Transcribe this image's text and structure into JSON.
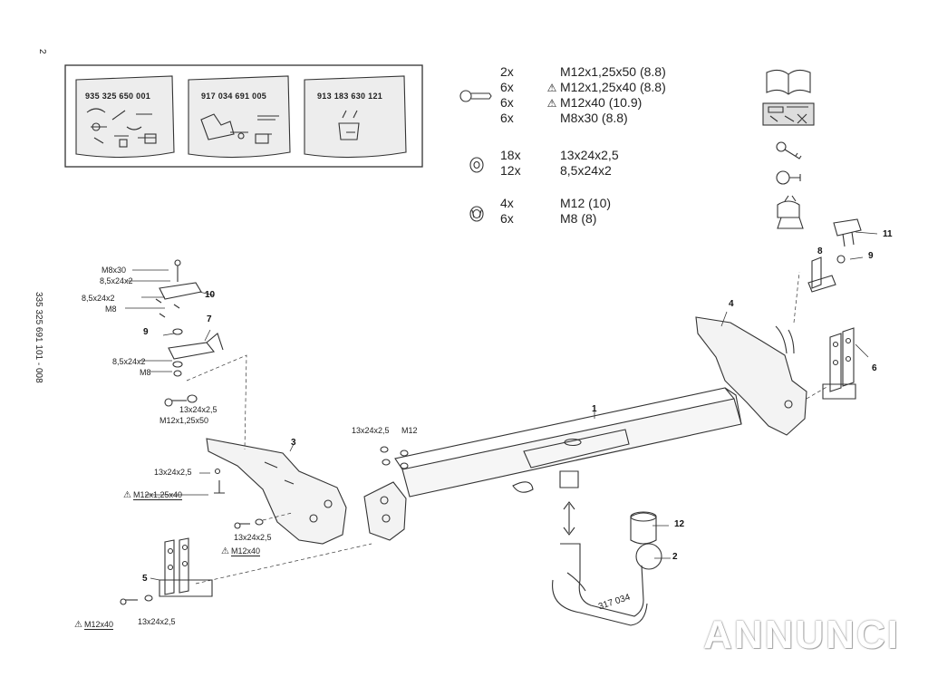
{
  "page": {
    "number": "2",
    "doc_code": "335 325 691 101 - 008"
  },
  "manuals": [
    {
      "code": "935 325 650 001"
    },
    {
      "code": "917 034 691 005"
    },
    {
      "code": "913 183 630 121"
    }
  ],
  "hardware": {
    "bolts": [
      {
        "qty": "2x",
        "spec": "M12x1,25x50 (8.8)",
        "warning": false
      },
      {
        "qty": "6x",
        "spec": "M12x1,25x40 (8.8)",
        "warning": true
      },
      {
        "qty": "6x",
        "spec": "M12x40 (10.9)",
        "warning": true
      },
      {
        "qty": "6x",
        "spec": "M8x30 (8.8)",
        "warning": false
      }
    ],
    "washers": [
      {
        "qty": "18x",
        "spec": "13x24x2,5"
      },
      {
        "qty": "12x",
        "spec": "8,5x24x2"
      }
    ],
    "nuts": [
      {
        "qty": "4x",
        "spec": "M12 (10)"
      },
      {
        "qty": "6x",
        "spec": "M8 (8)"
      }
    ]
  },
  "warning_symbol": "⚠",
  "callouts": {
    "c1": "1",
    "c2": "2",
    "c3": "3",
    "c4": "4",
    "c5": "5",
    "c6": "6",
    "c7": "7",
    "c8": "8",
    "c9a": "9",
    "c9b": "9",
    "c10": "10",
    "c11": "11",
    "c12": "12"
  },
  "labels": {
    "left_m8x30": "M8x30",
    "left_washer_a": "8,5x24x2",
    "left_washer_b": "8,5x24x2",
    "left_m8": "M8",
    "left_washer_c": "8,5x24x2",
    "left_m8_b": "M8",
    "left_13x24": "13x24x2,5",
    "left_m12x125x50": "M12x1,25x50",
    "mid_13x24": "13x24x2,5",
    "mid_m12": "M12",
    "left2_13x24": "13x24x2,5",
    "left2_warn": "M12x1,25x40",
    "left3_13x24": "13x24x2,5",
    "left3_warn": "M12x40",
    "left4_warn": "M12x40",
    "left4_13x24": "13x24x2,5"
  },
  "ball_stamp": "317 034",
  "watermark": "ANNUNCI",
  "colors": {
    "line": "#333333",
    "bg": "#ffffff",
    "panel": "#e8e8e8"
  }
}
